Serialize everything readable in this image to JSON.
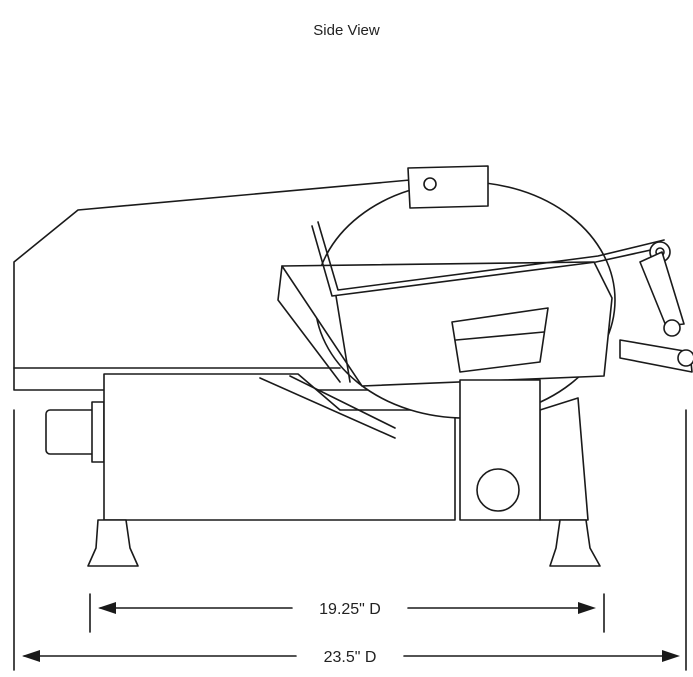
{
  "title": "Side View",
  "dimensions": {
    "inner": "19.25\" D",
    "outer": "23.5\" D"
  },
  "colors": {
    "line": "#1a1a1a",
    "background": "#ffffff"
  }
}
